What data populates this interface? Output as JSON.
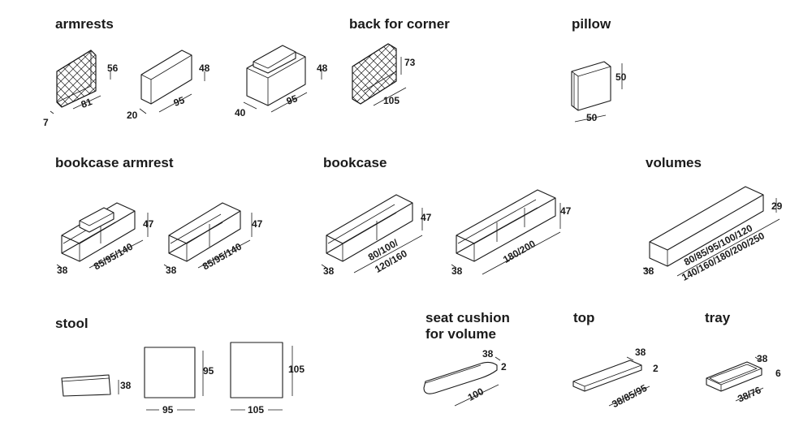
{
  "sections": {
    "armrests": {
      "title": "armrests",
      "dims": {
        "a1_h": "56",
        "a1_w": "81",
        "a1_d": "7",
        "a2_h": "48",
        "a2_w": "95",
        "a2_d": "20",
        "a3_h": "48",
        "a3_w": "95",
        "a3_d": "40"
      }
    },
    "back_corner": {
      "title": "back for corner",
      "dims": {
        "h": "73",
        "w": "105"
      }
    },
    "pillow": {
      "title": "pillow",
      "dims": {
        "h": "50",
        "w": "50"
      }
    },
    "bookcase_armrest": {
      "title": "bookcase armrest",
      "dims": {
        "b1_h": "47",
        "b1_d": "38",
        "b1_w": "85/95/140",
        "b2_h": "47",
        "b2_d": "38",
        "b2_w": "85/95/140"
      }
    },
    "bookcase": {
      "title": "bookcase",
      "dims": {
        "c1_h": "47",
        "c1_d": "38",
        "c1_w1": "80/100/",
        "c1_w2": "120/160",
        "c2_h": "47",
        "c2_d": "38",
        "c2_w": "180/200"
      }
    },
    "volumes": {
      "title": "volumes",
      "dims": {
        "h": "29",
        "d": "38",
        "w1": "80/85/95/100/120",
        "w2": "140/160/180/200/250"
      }
    },
    "stool": {
      "title": "stool",
      "dims": {
        "s1_h": "38",
        "s2_h": "95",
        "s2_w": "95",
        "s3_h": "105",
        "s3_w": "105"
      }
    },
    "seat_cushion": {
      "title_line1": "seat cushion",
      "title_line2": "for volume",
      "dims": {
        "d": "38",
        "h": "2",
        "w": "100"
      }
    },
    "top": {
      "title": "top",
      "dims": {
        "d": "38",
        "h": "2",
        "w": "38/85/95"
      }
    },
    "tray": {
      "title": "tray",
      "dims": {
        "d": "38",
        "h": "6",
        "w": "38/76"
      }
    }
  },
  "colors": {
    "line": "#1a1a1a",
    "background": "#ffffff",
    "quilt": "#e6e6e6"
  }
}
